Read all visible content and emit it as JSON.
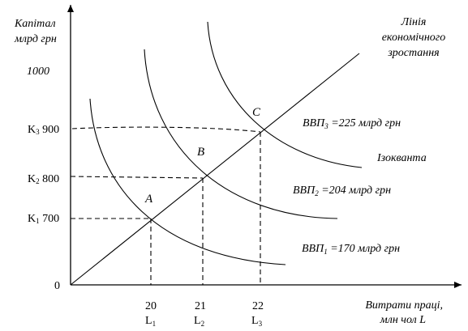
{
  "y_axis": {
    "title_line1": "Капітал",
    "title_line2": "млрд грн",
    "tick_1000": "1000",
    "origin": "0",
    "k1_main": "K",
    "k1_sub": "1",
    "k1_val": " 700",
    "k2_main": "K",
    "k2_sub": "2",
    "k2_val": " 800",
    "k3_main": "K",
    "k3_sub": "3",
    "k3_val": " 900"
  },
  "x_axis": {
    "title_line1": "Витрати праці,",
    "title_line2": "млн чол L",
    "l1_val": "20",
    "l1_main": "L",
    "l1_sub": "1",
    "l2_val": "21",
    "l2_main": "L",
    "l2_sub": "2",
    "l3_val": "22",
    "l3_main": "L",
    "l3_sub": "3"
  },
  "growth_line": {
    "label_line1": "Лінія",
    "label_line2": "економічного",
    "label_line3": "зростання"
  },
  "points": {
    "a": "A",
    "b": "B",
    "c": "C"
  },
  "isoquants": {
    "isoquant_label": "Ізокванта",
    "gdp1_main": "ВВП",
    "gdp1_sub": "1",
    "gdp1_rest": " =170 млрд грн",
    "gdp2_main": "ВВП",
    "gdp2_sub": "2",
    "gdp2_rest": " =204 млрд грн",
    "gdp3_main": "ВВП",
    "gdp3_sub": "3",
    "gdp3_rest": " =225 млрд грн"
  }
}
